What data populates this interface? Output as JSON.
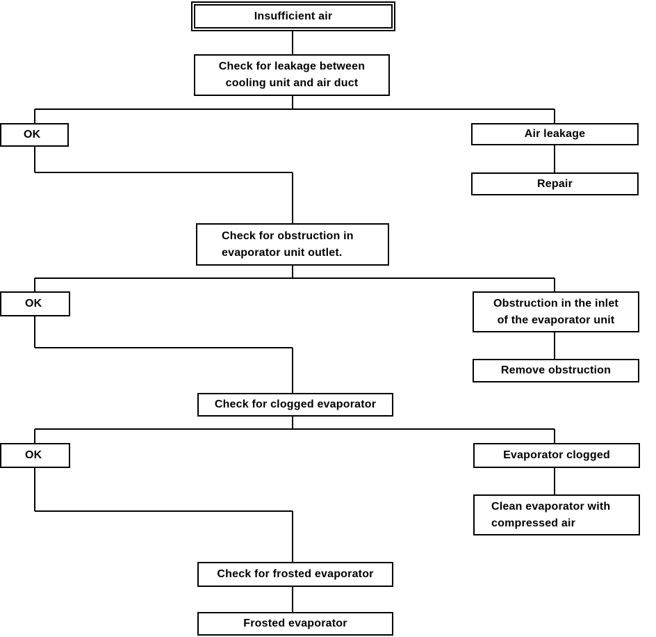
{
  "diagram": {
    "title": "Insufficient air",
    "step1": {
      "check": "Check for leakage between\ncooling unit and air duct",
      "ok": "OK",
      "fault": "Air leakage",
      "remedy": "Repair"
    },
    "step2": {
      "check": "Check for obstruction in\nevaporator unit outlet.",
      "ok": "OK",
      "fault": "Obstruction in the inlet\nof the evaporator unit",
      "remedy": "Remove obstruction"
    },
    "step3": {
      "check": "Check for clogged evaporator",
      "ok": "OK",
      "fault": "Evaporator clogged",
      "remedy": "Clean evaporator with\ncompressed air"
    },
    "step4": {
      "check": "Check for frosted evaporator",
      "result": "Frosted evaporator"
    }
  }
}
